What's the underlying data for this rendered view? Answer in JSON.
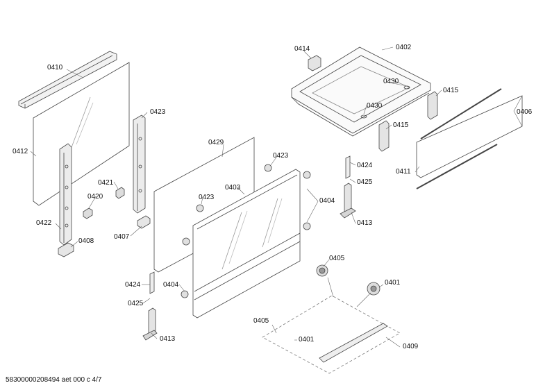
{
  "labels": {
    "l0410": "0410",
    "l0412": "0412",
    "l0422": "0422",
    "l0408": "0408",
    "l0421": "0421",
    "l0420": "0420",
    "l0423a": "0423",
    "l0407": "0407",
    "l0429": "0429",
    "l0423b": "0423",
    "l0423c": "0423",
    "l0403": "0403",
    "l0424a": "0424",
    "l0425a": "0425",
    "l0404a": "0404",
    "l0413a": "0413",
    "l0414": "0414",
    "l0402": "0402",
    "l0430a": "0430",
    "l0430b": "0430",
    "l0415a": "0415",
    "l0415b": "0415",
    "l0406": "0406",
    "l0411": "0411",
    "l0424b": "0424",
    "l0425b": "0425",
    "l0404b": "0404",
    "l0413b": "0413",
    "l0405a": "0405",
    "l0401a": "0401",
    "l0405b": "0405",
    "l0401b": "0401",
    "l0409": "0409"
  },
  "footer": "58300000208494 aet 000 c 4/7"
}
